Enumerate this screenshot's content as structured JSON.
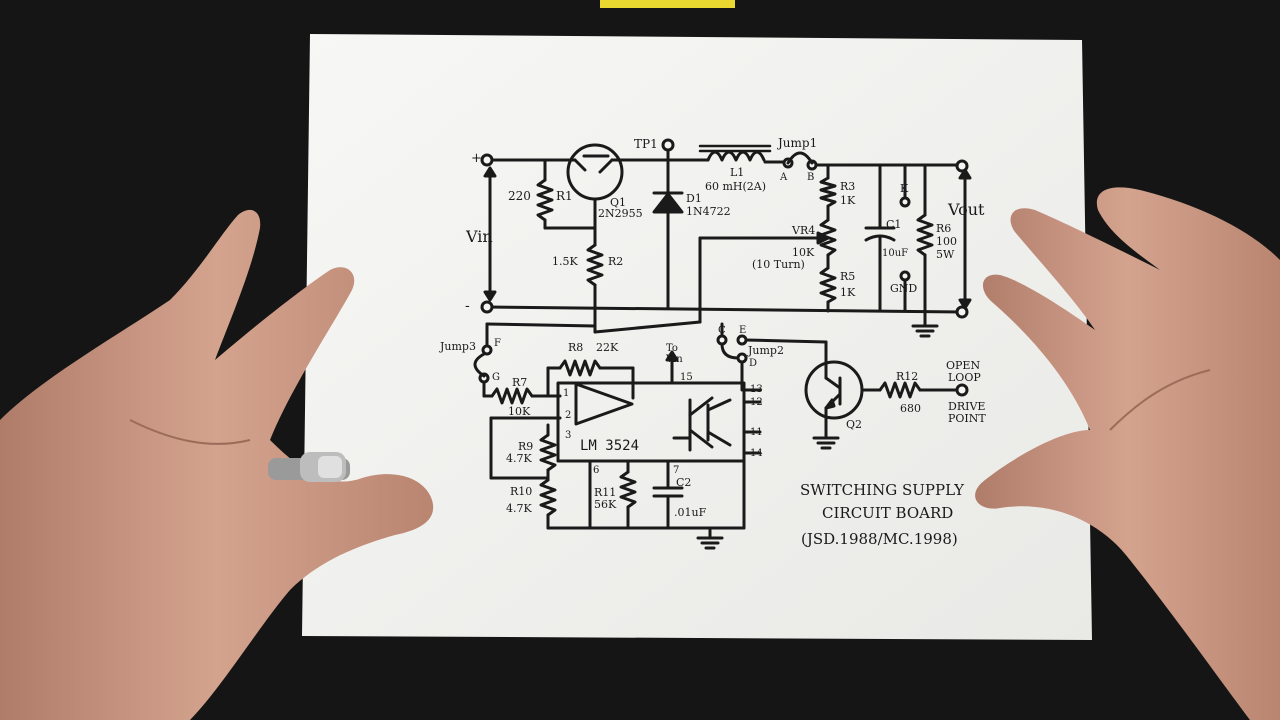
{
  "title": {
    "line1": "SWITCHING SUPPLY",
    "line2": "CIRCUIT BOARD",
    "line3": "(JSD.1988/MC.1998)"
  },
  "terminals": {
    "plus": "+",
    "minus": "-",
    "vin": "Vin",
    "vout": "Vout",
    "tp1": "TP1",
    "k": "K",
    "gnd": "GND",
    "to_vin_1": "To",
    "to_vin_2": "Vin"
  },
  "components": {
    "r1_val": "220",
    "r1": "R1",
    "q1": "Q1",
    "q1_part": "2N2955",
    "d1": "D1",
    "d1_part": "1N4722",
    "l1": "L1",
    "l1_val": "60 mH(2A)",
    "jump1": "Jump1",
    "jump1_a": "A",
    "jump1_b": "B",
    "r3": "R3",
    "r3_val": "1K",
    "vr4": "VR4",
    "vr4_val": "10K",
    "vr4_note": "(10 Turn)",
    "r5": "R5",
    "r5_val": "1K",
    "c1": "C1",
    "c1_val": "10uF",
    "r6": "R6",
    "r6_val": "100",
    "r6_watt": "5W",
    "r2_val": "1.5K",
    "r2": "R2",
    "jump3": "Jump3",
    "jump3_f": "F",
    "jump3_g": "G",
    "r8": "R8",
    "r8_val": "22K",
    "r7": "R7",
    "r7_val": "10K",
    "r9": "R9",
    "r9_val": "4.7K",
    "r10": "R10",
    "r10_val": "4.7K",
    "ic": "LM 3524",
    "r11": "R11",
    "r11_val": "56K",
    "c2": "C2",
    "c2_val": ".01uF",
    "jump2": "Jump2",
    "jump2_c": "C",
    "jump2_e": "E",
    "jump2_d": "D",
    "q2": "Q2",
    "r12": "R12",
    "r12_val": "680",
    "drive_1": "OPEN",
    "drive_2": "LOOP",
    "drive_3": "DRIVE",
    "drive_4": "POINT"
  },
  "pins": {
    "p1": "1",
    "p2": "2",
    "p3": "3",
    "p6": "6",
    "p7": "7",
    "p11": "11",
    "p12": "12",
    "p13": "13",
    "p14": "14",
    "p15": "15"
  },
  "colors": {
    "background": "#141414",
    "paper": "#f4f4f2",
    "ink": "#1a1a1a",
    "skin": "#c89682",
    "tape": "#e8d830"
  }
}
